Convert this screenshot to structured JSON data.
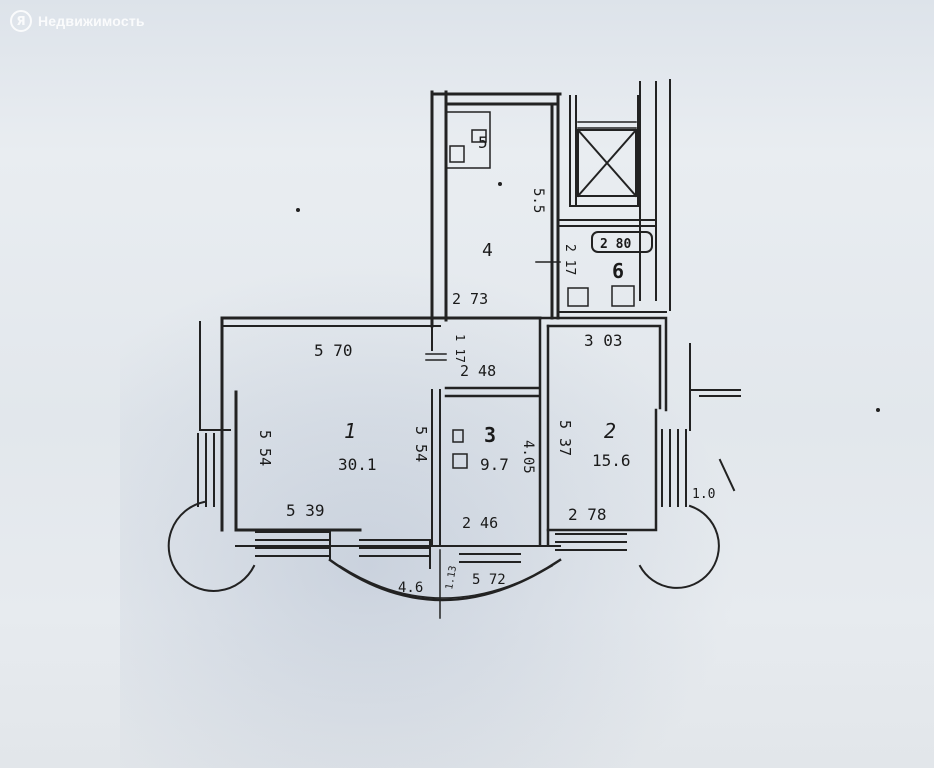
{
  "watermark": {
    "logo": "Я",
    "text": "Недвижимость"
  },
  "plan": {
    "rooms": [
      {
        "number": "1",
        "area": "30.1"
      },
      {
        "number": "2",
        "area": "15.6"
      },
      {
        "number": "3",
        "area": "9.7"
      },
      {
        "number": "4"
      },
      {
        "number": "5"
      },
      {
        "number": "6"
      }
    ],
    "dimensions": {
      "room1_top": "5 70",
      "room1_left": "5 54",
      "room1_right": "5 54",
      "room1_bottom": "5 39",
      "room4_width": "2 73",
      "room4_side": "5.5",
      "corridor_small": "1 17",
      "room3_top": "2 48",
      "room3_side": "4.05",
      "room3_bottom": "2 46",
      "room2_top": "3 03",
      "room2_left": "5 37",
      "room2_bottom": "2 78",
      "room6_side": "2 17",
      "bathtub": "2 80",
      "balcony_len": "5 72",
      "balcony_depth": "1.13",
      "balcony_side": "4.6",
      "loggia_right": "1.0"
    }
  }
}
